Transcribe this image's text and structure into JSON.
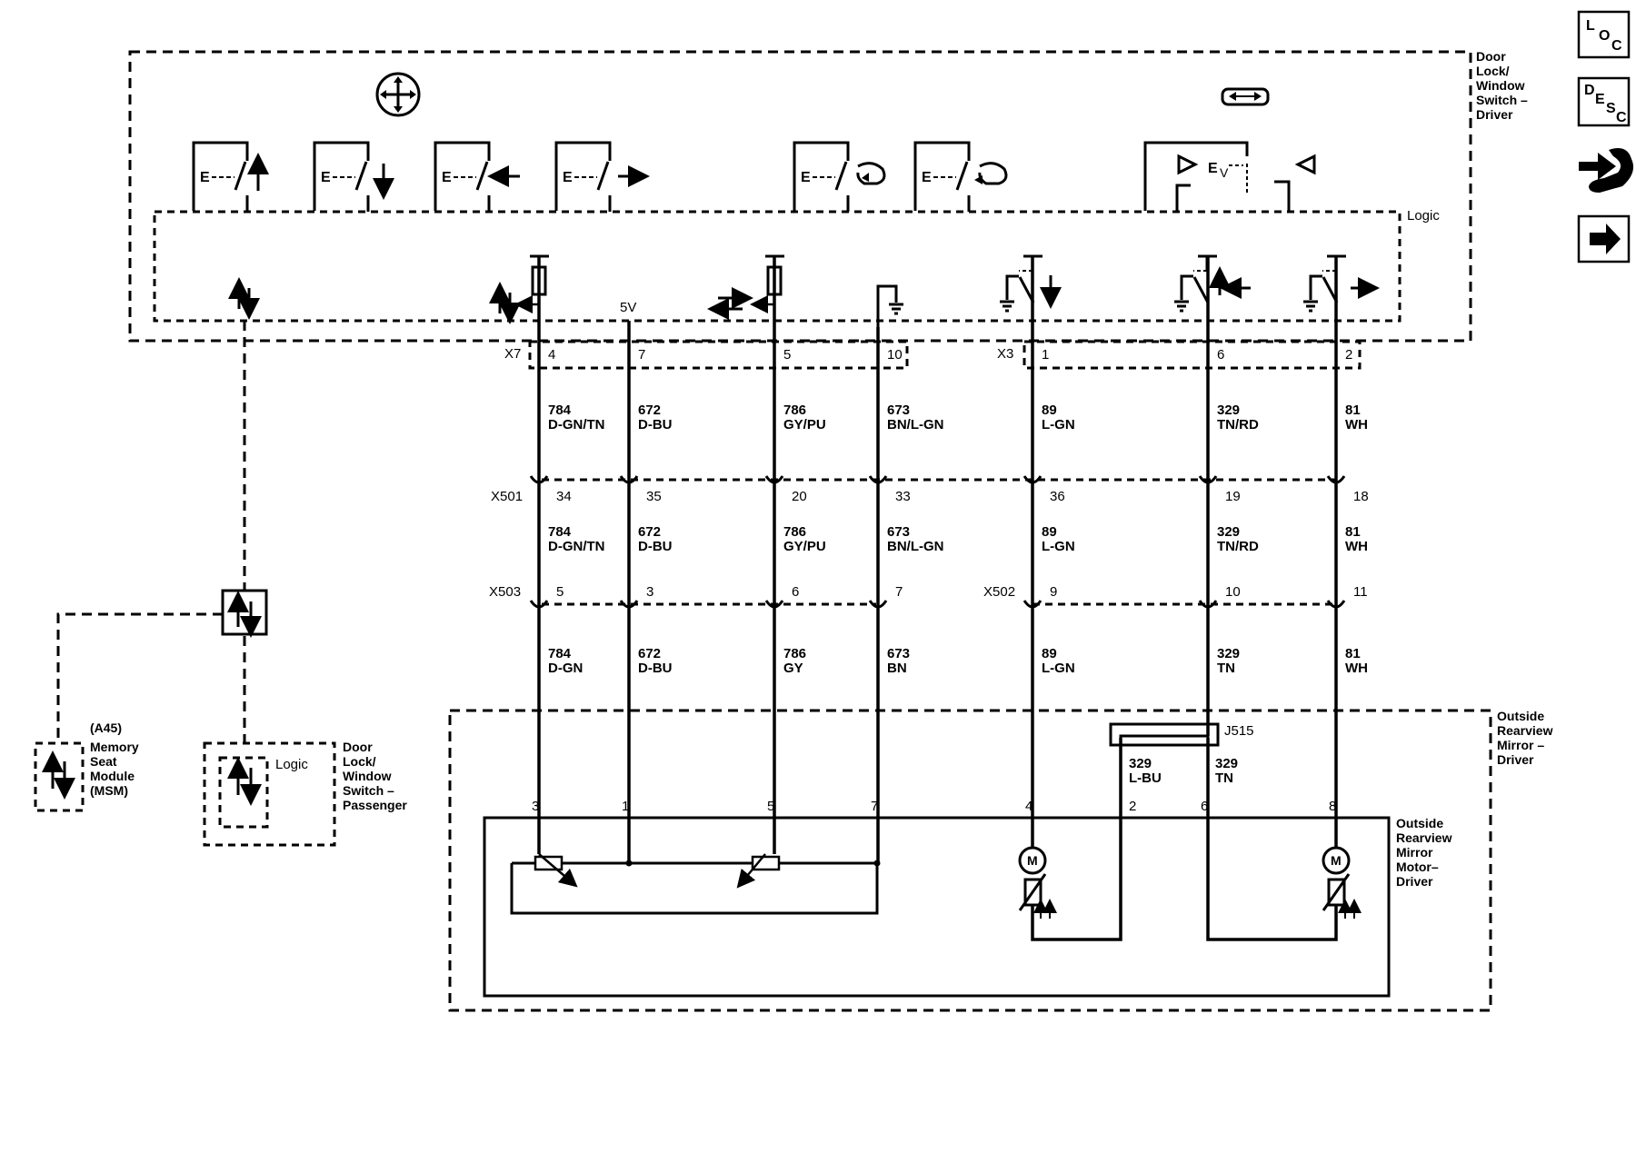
{
  "modules": {
    "driver_switch": "Door Lock/ Window Switch – Driver",
    "driver_switch_lines": [
      "Door",
      "Lock/",
      "Window",
      "Switch –",
      "Driver"
    ],
    "logic": "Logic",
    "mirror": "Outside Rearview Mirror – Driver",
    "mirror_lines": [
      "Outside",
      "Rearview",
      "Mirror –",
      "Driver"
    ],
    "mirror_motor_lines": [
      "Outside",
      "Rearview",
      "Mirror",
      "Motor–",
      "Driver"
    ],
    "msm_ref": "(A45)",
    "msm_lines": [
      "Memory",
      "Seat",
      "Module",
      "(MSM)"
    ],
    "passenger_switch_lines": [
      "Door",
      "Lock/",
      "Window",
      "Switch –",
      "Passenger"
    ],
    "passenger_logic": "Logic",
    "voltage": "5V",
    "splice": "J515"
  },
  "connectors": {
    "x7": "X7",
    "x3": "X3",
    "x501": "X501",
    "x503": "X503",
    "x502": "X502"
  },
  "circuits": [
    {
      "id": "c784",
      "x7_pin": "4",
      "x501_pin": "34",
      "x503_pin": "5",
      "mirror_pin": "3",
      "circuit": "784",
      "color_upper": "D-GN/TN",
      "color_mid": "D-GN/TN",
      "color_lower": "D-GN"
    },
    {
      "id": "c672",
      "x7_pin": "7",
      "x501_pin": "35",
      "x503_pin": "3",
      "mirror_pin": "1",
      "circuit": "672",
      "color_upper": "D-BU",
      "color_mid": "D-BU",
      "color_lower": "D-BU"
    },
    {
      "id": "c786",
      "x7_pin": "5",
      "x501_pin": "20",
      "x503_pin": "6",
      "mirror_pin": "5",
      "circuit": "786",
      "color_upper": "GY/PU",
      "color_mid": "GY/PU",
      "color_lower": "GY"
    },
    {
      "id": "c673",
      "x7_pin": "10",
      "x501_pin": "33",
      "x503_pin": "7",
      "mirror_pin": "7",
      "circuit": "673",
      "color_upper": "BN/L-GN",
      "color_mid": "BN/L-GN",
      "color_lower": "BN"
    },
    {
      "id": "c89",
      "x3_pin": "1",
      "x501_pin": "36",
      "x502_pin": "9",
      "mirror_pin": "4",
      "circuit": "89",
      "color_upper": "L-GN",
      "color_mid": "L-GN",
      "color_lower": "L-GN"
    },
    {
      "id": "c329",
      "x3_pin": "6",
      "x501_pin": "19",
      "x502_pin": "10",
      "mirror_pin": "6",
      "circuit": "329",
      "color_upper": "TN/RD",
      "color_mid": "TN/RD",
      "color_lower": "TN"
    },
    {
      "id": "c81",
      "x3_pin": "2",
      "x501_pin": "18",
      "x502_pin": "11",
      "mirror_pin": "8",
      "circuit": "81",
      "color_upper": "WH",
      "color_mid": "WH",
      "color_lower": "WH"
    }
  ],
  "splice_wires": [
    {
      "circuit": "329",
      "color": "L-BU",
      "mirror_pin": "2"
    },
    {
      "circuit": "329",
      "color": "TN"
    }
  ],
  "motor_symbol": "M",
  "nav_icons": {
    "loc": {
      "l": "L",
      "o": "O",
      "c": "C"
    },
    "desc": {
      "d": "D",
      "e": "E",
      "s": "S",
      "c": "C"
    },
    "repair": "wrench-icon",
    "next": "arrow-right-icon"
  }
}
